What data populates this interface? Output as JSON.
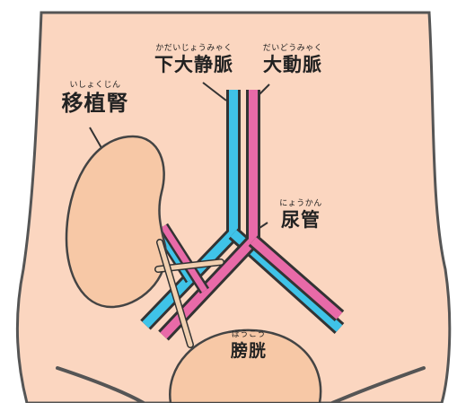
{
  "labels": {
    "ivc": {
      "ruby": "かだいじょうみゃく",
      "text": "下大静脈"
    },
    "aorta": {
      "ruby": "だいどうみゃく",
      "text": "大動脈"
    },
    "graft_kidney": {
      "ruby": "いしょくじん",
      "text": "移植腎"
    },
    "ureter": {
      "ruby": "にょうかん",
      "text": "尿管"
    },
    "bladder": {
      "ruby": "ぼうこう",
      "text": "膀胱"
    }
  },
  "colors": {
    "skin": "#fbd6c0",
    "outline": "#555555",
    "vein": "#3fc3e8",
    "artery": "#e86aa8",
    "organ": "#f7c8a6",
    "ureter": "#f1d0b0"
  }
}
